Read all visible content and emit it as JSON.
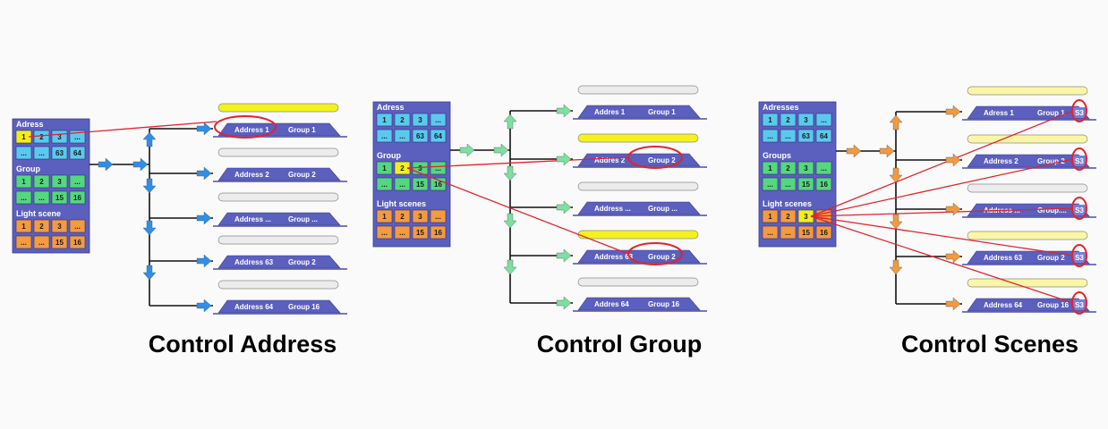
{
  "colors": {
    "panel": "#5b5fbe",
    "cell_blue": "#5bc9ee",
    "cell_green": "#55d780",
    "cell_orange": "#f49a41",
    "cell_active": "#f2ee1c",
    "bar_yellow": "#f4f21c",
    "bar_pale": "#fbf6a6",
    "bar_empty": "#ececec",
    "device": "#5b5fbe",
    "link": "#e3232b",
    "arrow_blue": "#2f8fe8",
    "arrow_green": "#7de0a0",
    "arrow_orange": "#f09a40"
  },
  "diagrams": [
    {
      "caption": "Control Address",
      "caption_color": "#2a95e8",
      "panel": {
        "sections": [
          {
            "title": "Adress",
            "cells": [
              "1",
              "2",
              "3",
              "...",
              "...",
              "...",
              "63",
              "64"
            ]
          },
          {
            "title": "Group",
            "cells": [
              "1",
              "2",
              "3",
              "...",
              "...",
              "...",
              "15",
              "16"
            ]
          },
          {
            "title": "Light scene",
            "cells": [
              "1",
              "2",
              "3",
              "...",
              "...",
              "...",
              "15",
              "16"
            ]
          }
        ]
      },
      "devices": [
        {
          "address": "Address 1",
          "group": "Group 1"
        },
        {
          "address": "Address 2",
          "group": "Group 2"
        },
        {
          "address": "Address ...",
          "group": "Group ..."
        },
        {
          "address": "Address 63",
          "group": "Group 2"
        },
        {
          "address": "Address 64",
          "group": "Group 16"
        }
      ]
    },
    {
      "caption": "Control Group",
      "caption_color": "#7ee2a0",
      "panel": {
        "sections": [
          {
            "title": "Adress",
            "cells": [
              "1",
              "2",
              "3",
              "...",
              "...",
              "...",
              "63",
              "64"
            ]
          },
          {
            "title": "Group",
            "cells": [
              "1",
              "2",
              "3",
              "...",
              "...",
              "...",
              "15",
              "16"
            ]
          },
          {
            "title": "Light scenes",
            "cells": [
              "1",
              "2",
              "3",
              "...",
              "...",
              "...",
              "15",
              "16"
            ]
          }
        ]
      },
      "devices": [
        {
          "address": "Addres 1",
          "group": "Group 1"
        },
        {
          "address": "Addres 2",
          "group": "Group 2"
        },
        {
          "address": "Address ...",
          "group": "Group ..."
        },
        {
          "address": "Address 63",
          "group": "Group 2"
        },
        {
          "address": "Addres 64",
          "group": "Group 16"
        }
      ]
    },
    {
      "caption": "Control Scenes",
      "caption_color": "#f0993e",
      "panel": {
        "sections": [
          {
            "title": "Adresses",
            "cells": [
              "1",
              "2",
              "3",
              "...",
              "...",
              "...",
              "63",
              "64"
            ]
          },
          {
            "title": "Groups",
            "cells": [
              "1",
              "2",
              "3",
              "...",
              "...",
              "...",
              "15",
              "16"
            ]
          },
          {
            "title": "Light scenes",
            "cells": [
              "1",
              "2",
              "3",
              "...",
              "...",
              "...",
              "15",
              "16"
            ]
          }
        ]
      },
      "devices": [
        {
          "address": "Adress 1",
          "group": "Group 1",
          "scene": "S3"
        },
        {
          "address": "Address 2",
          "group": "Group 2",
          "scene": "S3"
        },
        {
          "address": "Address ...",
          "group": "Group....",
          "scene": "S3"
        },
        {
          "address": "Address 63",
          "group": "Group 2",
          "scene": "S3"
        },
        {
          "address": "Address 64",
          "group": "Group 16",
          "scene": "S3"
        }
      ]
    }
  ]
}
